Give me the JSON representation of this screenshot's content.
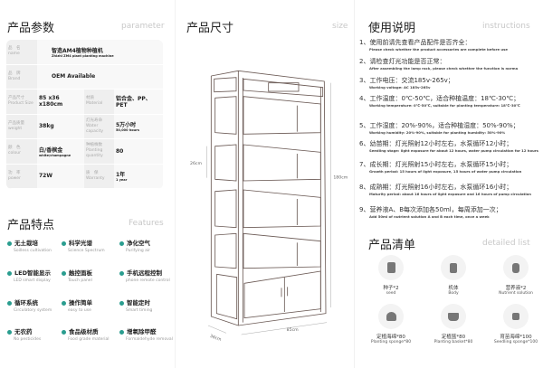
{
  "parameters": {
    "title": "产品参数",
    "title_en": "parameter",
    "name_label": "品　名",
    "name_label_en": "name",
    "name_value": "智造AM4植物种植机",
    "name_value_en": "Zhizhi ZM4 plant planting machine",
    "brand_label": "品　牌",
    "brand_label_en": "Brand",
    "brand_value": "OEM Available",
    "rows": [
      {
        "l1": "产品尺寸",
        "l1e": "Product Size",
        "v1": "85 x36 x180cm",
        "v1e": "",
        "l2": "材质",
        "l2e": "Material",
        "v2": "铝合金、PP、PET",
        "v2e": ""
      },
      {
        "l1": "产品质量",
        "l1e": "weight",
        "v1": "38kg",
        "v1e": "",
        "l2": "灯光寿命",
        "l2e": "Water capacity",
        "v2": "5万小时",
        "v2e": "50,000 hours"
      },
      {
        "l1": "颜　色",
        "l1e": "colour",
        "v1": "白/香槟金",
        "v1e": "white/champagne",
        "l2": "种植株数",
        "l2e": "Planting quantity",
        "v2": "80",
        "v2e": ""
      },
      {
        "l1": "功　率",
        "l1e": "power",
        "v1": "72W",
        "v1e": "",
        "l2": "质　保",
        "l2e": "Warranty",
        "v2": "1年",
        "v2e": "1 year"
      }
    ]
  },
  "features": {
    "title": "产品特点",
    "title_en": "Features",
    "color": "#2a9d8f",
    "items": [
      {
        "zh": "无土栽培",
        "en": "Soilless cultivation"
      },
      {
        "zh": "科学光谱",
        "en": "Science Spectrum"
      },
      {
        "zh": "净化空气",
        "en": "Purifying air"
      },
      {
        "zh": "LED智能显示",
        "en": "LED smart display"
      },
      {
        "zh": "触控面板",
        "en": "Touch panel"
      },
      {
        "zh": "手机远程控制",
        "en": "phone remote control"
      },
      {
        "zh": "循环系统",
        "en": "Circulatory system"
      },
      {
        "zh": "操作简单",
        "en": "easy to use"
      },
      {
        "zh": "智能定时",
        "en": "Smart timing"
      },
      {
        "zh": "无农药",
        "en": "No pesticides"
      },
      {
        "zh": "食品级材质",
        "en": "Food grade material"
      },
      {
        "zh": "增氧除甲醛",
        "en": "Formaldehyde removal"
      }
    ]
  },
  "size": {
    "title": "产品尺寸",
    "title_en": "size",
    "height": "180cm",
    "shelf": "26cm",
    "width": "85cm",
    "depth": "36cm"
  },
  "instructions": {
    "title": "使用说明",
    "title_en": "instructions",
    "items": [
      {
        "zh": "1、使用前请先查看产品配件是否齐全：",
        "en": "Please check whether the product accessories are complete before use"
      },
      {
        "zh": "2、请检查灯光功能是否正常：",
        "en": "After assembling the lamp rack, please check whether the function is norma"
      },
      {
        "zh": "3、工作电压：交流185v-265v；",
        "en": "Working voltage: AC 185v-265v"
      },
      {
        "zh": "4、工作温度：0℃-50℃，适合种植温度：18℃-30℃；",
        "en": "Working temperature: 0℃-50℃, suitable for planting temperature: 18℃-30℃"
      },
      {
        "zh": "5、工作湿度：20%-90%，适合种植湿度：50%-90%；",
        "en": "Working humidity: 20%-90%, suitable for planting humidity: 50%-90%"
      },
      {
        "zh": "6、幼苗期：灯光照射12小时左右，水泵循环12小时；",
        "en": "Seedling stage: light exposure for about 12 hours, water pump circulation for 12 hours"
      },
      {
        "zh": "7、成长期：灯光照射15小时左右，水泵循环15小时；",
        "en": "Growth period: 15 hours of light exposure, 15 hours of water pump circulation"
      },
      {
        "zh": "8、成熟期：灯光照射16小时左右，水泵循环16小时；",
        "en": "Maturity period: about 16 hours of light exposure and 16 hours of pump circulation"
      },
      {
        "zh": "9、营养液A、B每次添加各50ml，每周添加一次；",
        "en": "Add 50ml of nutrient solution A and B each time, once a week"
      }
    ]
  },
  "list": {
    "title": "产品清单",
    "title_en": "detailed list",
    "items": [
      {
        "zh": "种子*2",
        "en": "seed",
        "icon": "seed-packet-icon"
      },
      {
        "zh": "机体",
        "en": "Body",
        "icon": "cabinet-icon"
      },
      {
        "zh": "营养液*2",
        "en": "Nutrient solution",
        "icon": "bottle-icon"
      },
      {
        "zh": "定植海绵*80",
        "en": "Planting sponge*80",
        "icon": "sponge-icon"
      },
      {
        "zh": "定植篮*80",
        "en": "Planting basket*80",
        "icon": "basket-icon"
      },
      {
        "zh": "育苗海绵*100",
        "en": "Seedling sponge*100",
        "icon": "seedling-sponge-icon"
      }
    ]
  }
}
